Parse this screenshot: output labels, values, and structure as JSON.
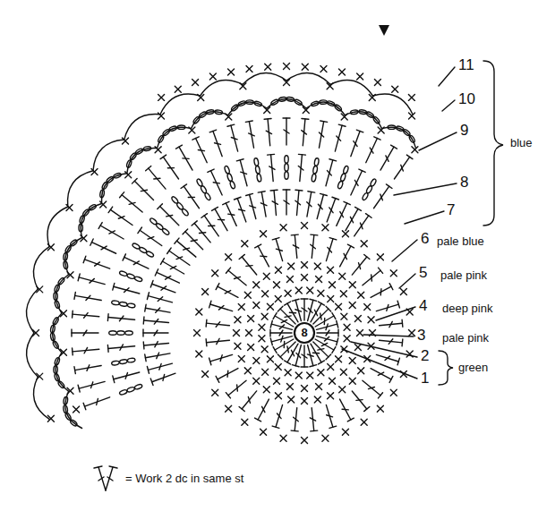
{
  "diagram": {
    "labels": [
      "11",
      "10",
      "9",
      "8",
      "7",
      "blue",
      "6",
      "pale blue",
      "5",
      "pale pink",
      "4",
      "deep pink",
      "3",
      "pale pink",
      "2",
      "1",
      "green",
      "8"
    ],
    "legend": [
      {
        "text": "= Work 2 dc in same st"
      }
    ]
  }
}
